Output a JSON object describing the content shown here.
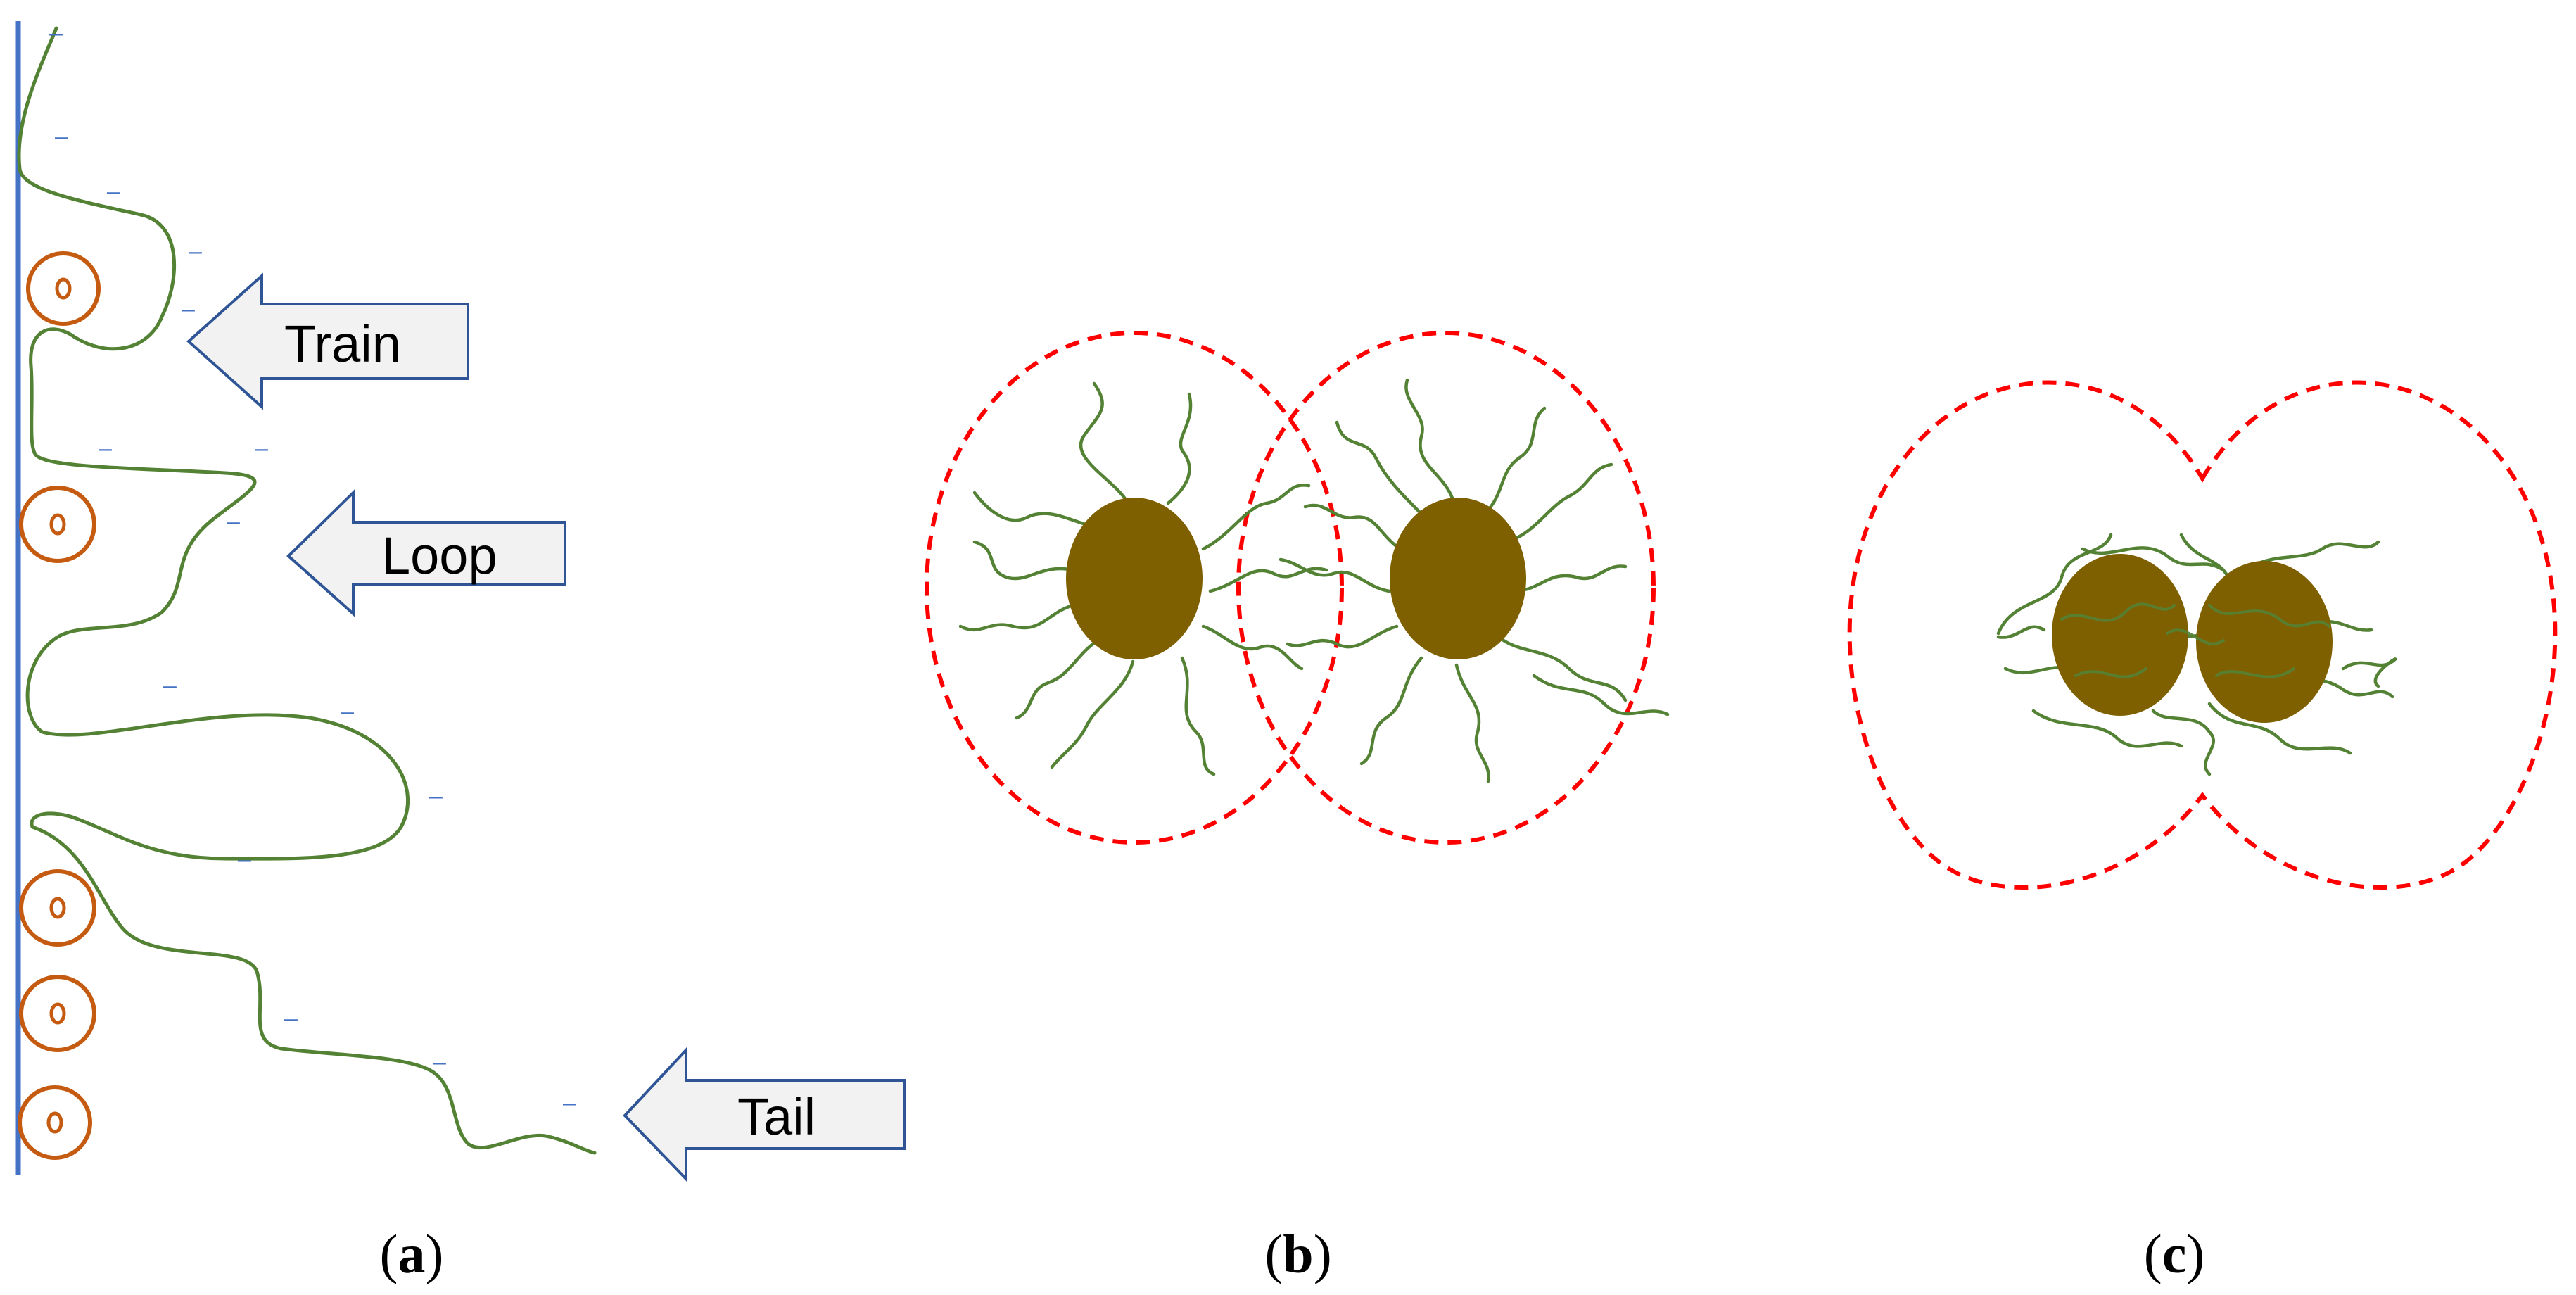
{
  "panels": {
    "a": {
      "open": "(",
      "letter": "a",
      "close": ")"
    },
    "b": {
      "open": "(",
      "letter": "b",
      "close": ")"
    },
    "c": {
      "open": "(",
      "letter": "c",
      "close": ")"
    }
  },
  "arrows": {
    "train": "Train",
    "loop": "Loop",
    "tail": "Tail"
  },
  "charge_symbol": "–",
  "colors": {
    "surface": "#4472c4",
    "polymer": "#548235",
    "site": "#c55a11",
    "particle": "#7f6000",
    "boundary": "#ff0000",
    "arrow_fill": "#f2f2f2",
    "arrow_stroke": "#2f5597"
  }
}
